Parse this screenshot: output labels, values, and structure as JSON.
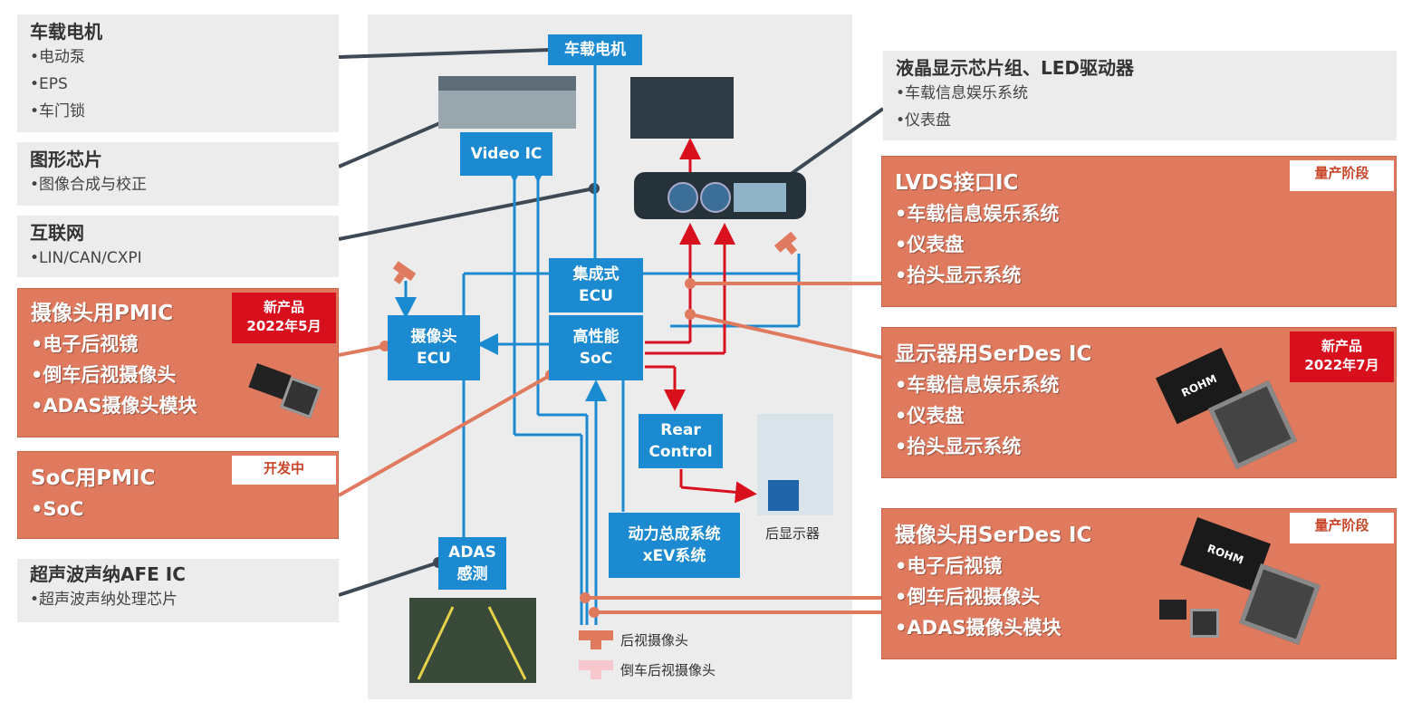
{
  "left": {
    "motor": {
      "title": "车载电机",
      "items": [
        "•电动泵",
        "•EPS",
        "•车门锁"
      ]
    },
    "graphics": {
      "title": "图形芯片",
      "items": [
        "•图像合成与校正"
      ]
    },
    "network": {
      "title": "互联网",
      "items": [
        "•LIN/CAN/CXPI"
      ]
    },
    "camera_pmic": {
      "title": "摄像头用PMIC",
      "items": [
        "•电子后视镜",
        "•倒车后视摄像头",
        "•ADAS摄像头模块"
      ],
      "badge": [
        "新产品",
        "2022年5月"
      ]
    },
    "soc_pmic": {
      "title": "SoC用PMIC",
      "items": [
        "•SoC"
      ],
      "badge": "开发中"
    },
    "sonar": {
      "title": "超声波声纳AFE IC",
      "items": [
        "•超声波声纳处理芯片"
      ]
    }
  },
  "right": {
    "lcd": {
      "title": "液晶显示芯片组、LED驱动器",
      "items": [
        "•车载信息娱乐系统",
        "•仪表盘"
      ]
    },
    "lvds": {
      "title": "LVDS接口IC",
      "items": [
        "•车载信息娱乐系统",
        "•仪表盘",
        "•抬头显示系统"
      ],
      "badge": "量产阶段"
    },
    "display_serdes": {
      "title": "显示器用SerDes IC",
      "items": [
        "•车载信息娱乐系统",
        "•仪表盘",
        "•抬头显示系统"
      ],
      "badge": [
        "新产品",
        "2022年7月"
      ]
    },
    "camera_serdes": {
      "title": "摄像头用SerDes IC",
      "items": [
        "•电子后视镜",
        "•倒车后视摄像头",
        "•ADAS摄像头模块"
      ],
      "badge": "量产阶段"
    }
  },
  "blocks": {
    "motor": "车载电机",
    "video_ic": "Video IC",
    "integrated_ecu": [
      "集成式",
      "ECU"
    ],
    "soc": [
      "高性能",
      "SoC"
    ],
    "camera_ecu": [
      "摄像头",
      "ECU"
    ],
    "rear_control": [
      "Rear",
      "Control"
    ],
    "powertrain": [
      "动力总成系统",
      "xEV系统"
    ],
    "adas": [
      "ADAS",
      "感测"
    ]
  },
  "labels": {
    "rear_display": "后显示器",
    "rear_camera": "后视摄像头",
    "reverse_camera": "倒车后视摄像头"
  },
  "chip_brand": "ROHM",
  "colors": {
    "blue": "#1b8ad0",
    "red_line": "#d8101e",
    "orange": "#e07a5f",
    "gray_line": "#3d4a55"
  }
}
